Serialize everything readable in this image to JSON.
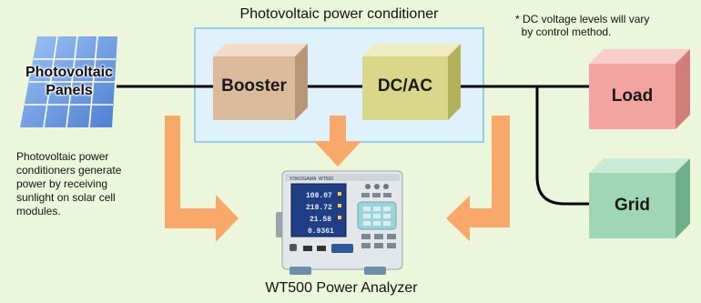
{
  "title": "Photovoltaic power conditioner",
  "note": "* DC voltage levels will vary\n  by control method.",
  "panels_label": "Photovoltaic\nPanels",
  "description": "Photovoltaic power\nconditioners generate\npower by receiving\nsunlight on solar cell\nmodules.",
  "boxes": {
    "booster": "Booster",
    "dcac": "DC/AC",
    "load": "Load",
    "grid": "Grid"
  },
  "analyzer": {
    "caption": "WT500 Power Analyzer",
    "brand": "YOKOGAWA",
    "model": "WT500",
    "readings": [
      "108.07",
      "218.72",
      "21.58",
      "0.9361"
    ]
  },
  "colors": {
    "background": "#ecf6da",
    "conditioner_fill": "#dff1fb",
    "conditioner_border": "#7fbfe4",
    "booster": "#dcbb9d",
    "dcac": "#d9d88a",
    "load": "#f4a4a0",
    "grid": "#9fd6b4",
    "arrow": "#f8a868",
    "panel": "#6f9fe0"
  }
}
